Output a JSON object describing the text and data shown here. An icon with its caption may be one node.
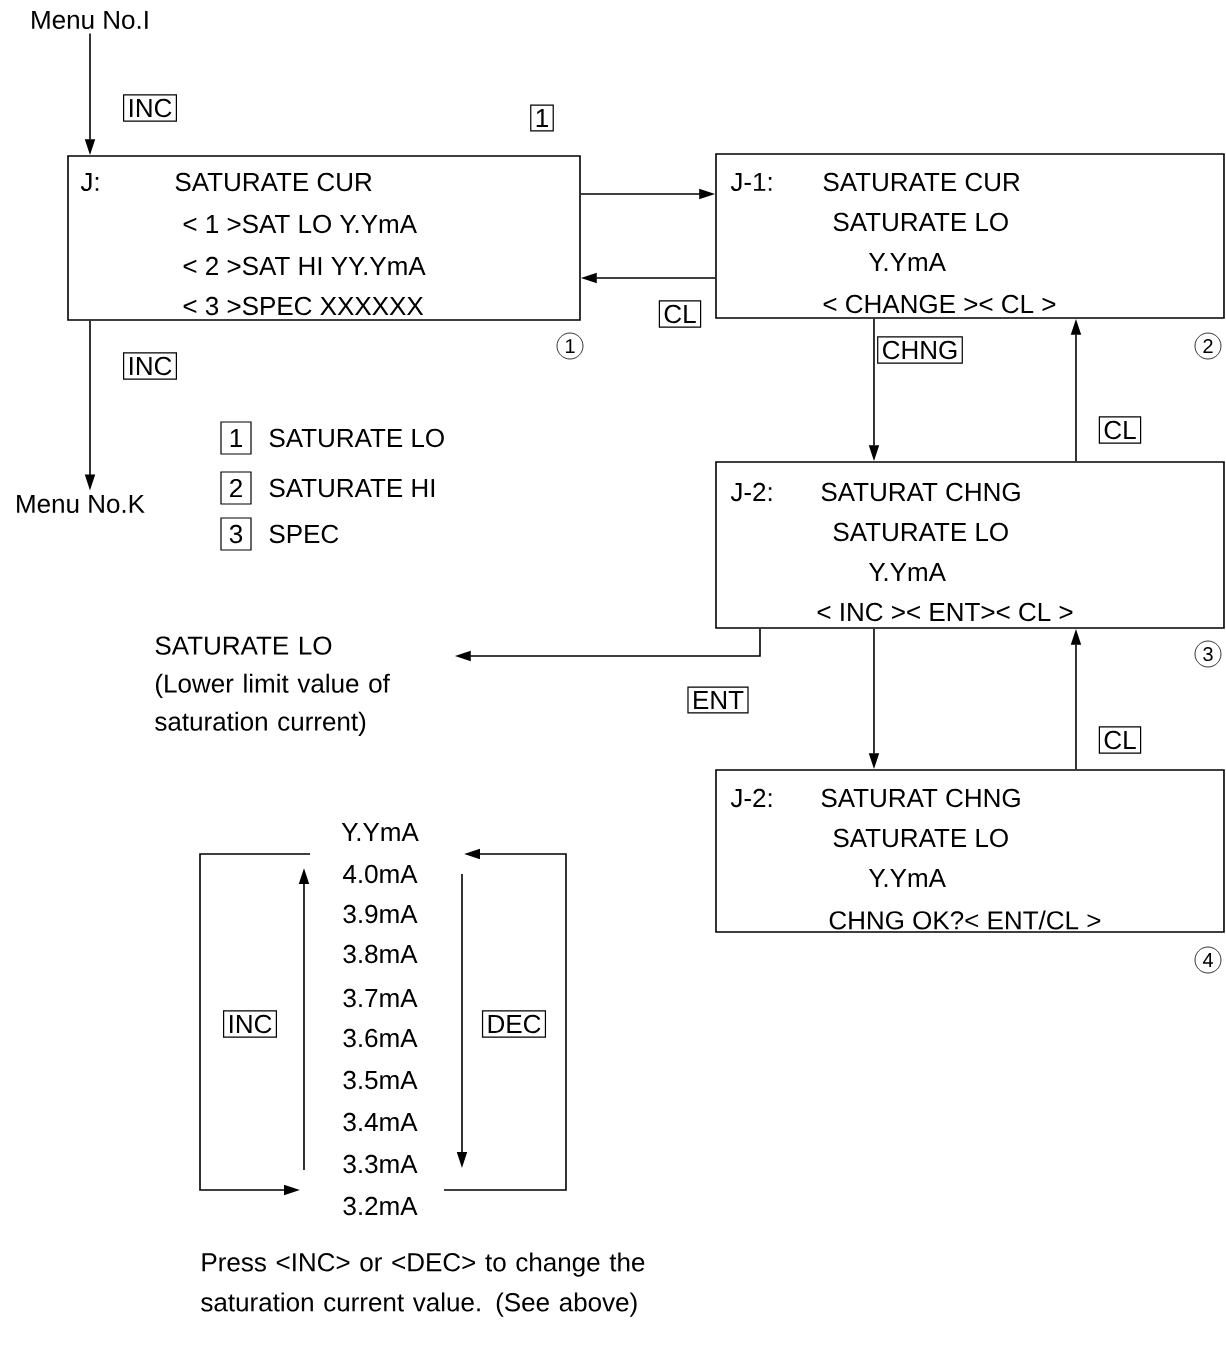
{
  "diagram": {
    "nodes": [
      {
        "text": [
          "Menu No.I"
        ]
      },
      {
        "text": [
          "J:",
          "SATURATE CUR",
          "< 1 >SAT LO  Y.YmA",
          "< 2 >SAT HI YY.YmA",
          "< 3 >SPEC XXXXXX"
        ],
        "beside": [
          "1"
        ]
      },
      {
        "text": [
          "J-1:",
          "SATURATE CUR",
          "SATURATE LO",
          "Y.YmA",
          "< CHANGE >< CL >"
        ],
        "beside": [
          "2"
        ]
      },
      {
        "text": [
          "J-2:",
          "SATURAT CHNG",
          "SATURATE LO",
          "Y.YmA",
          "< INC >< ENT>< CL >"
        ],
        "beside": [
          "3"
        ]
      },
      {
        "text": [
          "J-2:",
          "SATURAT CHNG",
          "SATURATE LO",
          "Y.YmA",
          "CHNG OK?< ENT/CL >"
        ],
        "beside": [
          "4"
        ]
      },
      {
        "text": [
          "Menu No.K"
        ]
      },
      {
        "text": [
          "SATURATE LO",
          "(Lower limit value of saturation current)"
        ]
      }
    ],
    "edges": [
      {
        "from": 0,
        "to": 1,
        "arrow": "to",
        "label": "INC"
      },
      {
        "from": 1,
        "to": 5,
        "arrow": "to",
        "label": "INC"
      },
      {
        "from": 1,
        "to": 2,
        "arrow": "to",
        "label": "1"
      },
      {
        "from": 2,
        "to": 1,
        "arrow": "to",
        "label": "CL"
      },
      {
        "from": 2,
        "to": 3,
        "arrow": "to",
        "label": "CHNG"
      },
      {
        "from": 3,
        "to": 2,
        "arrow": "to",
        "label": "CL"
      },
      {
        "from": 3,
        "to": 6,
        "arrow": "to",
        "label": "ENT"
      },
      {
        "from": 3,
        "to": 4,
        "arrow": "to"
      },
      {
        "from": 4,
        "to": 3,
        "arrow": "to",
        "label": "CL"
      }
    ],
    "labels": [
      "1",
      "SATURATE LO",
      "2",
      "SATURATE HI",
      "3",
      "SPEC",
      "Y.YmA",
      "4.0mA",
      "3.9mA",
      "3.8mA",
      "3.7mA",
      "3.6mA",
      "3.5mA",
      "3.4mA",
      "3.3mA",
      "3.2mA",
      "INC",
      "DEC",
      "Press <INC> or <DEC> to change the saturation current value. (See above)"
    ]
  }
}
